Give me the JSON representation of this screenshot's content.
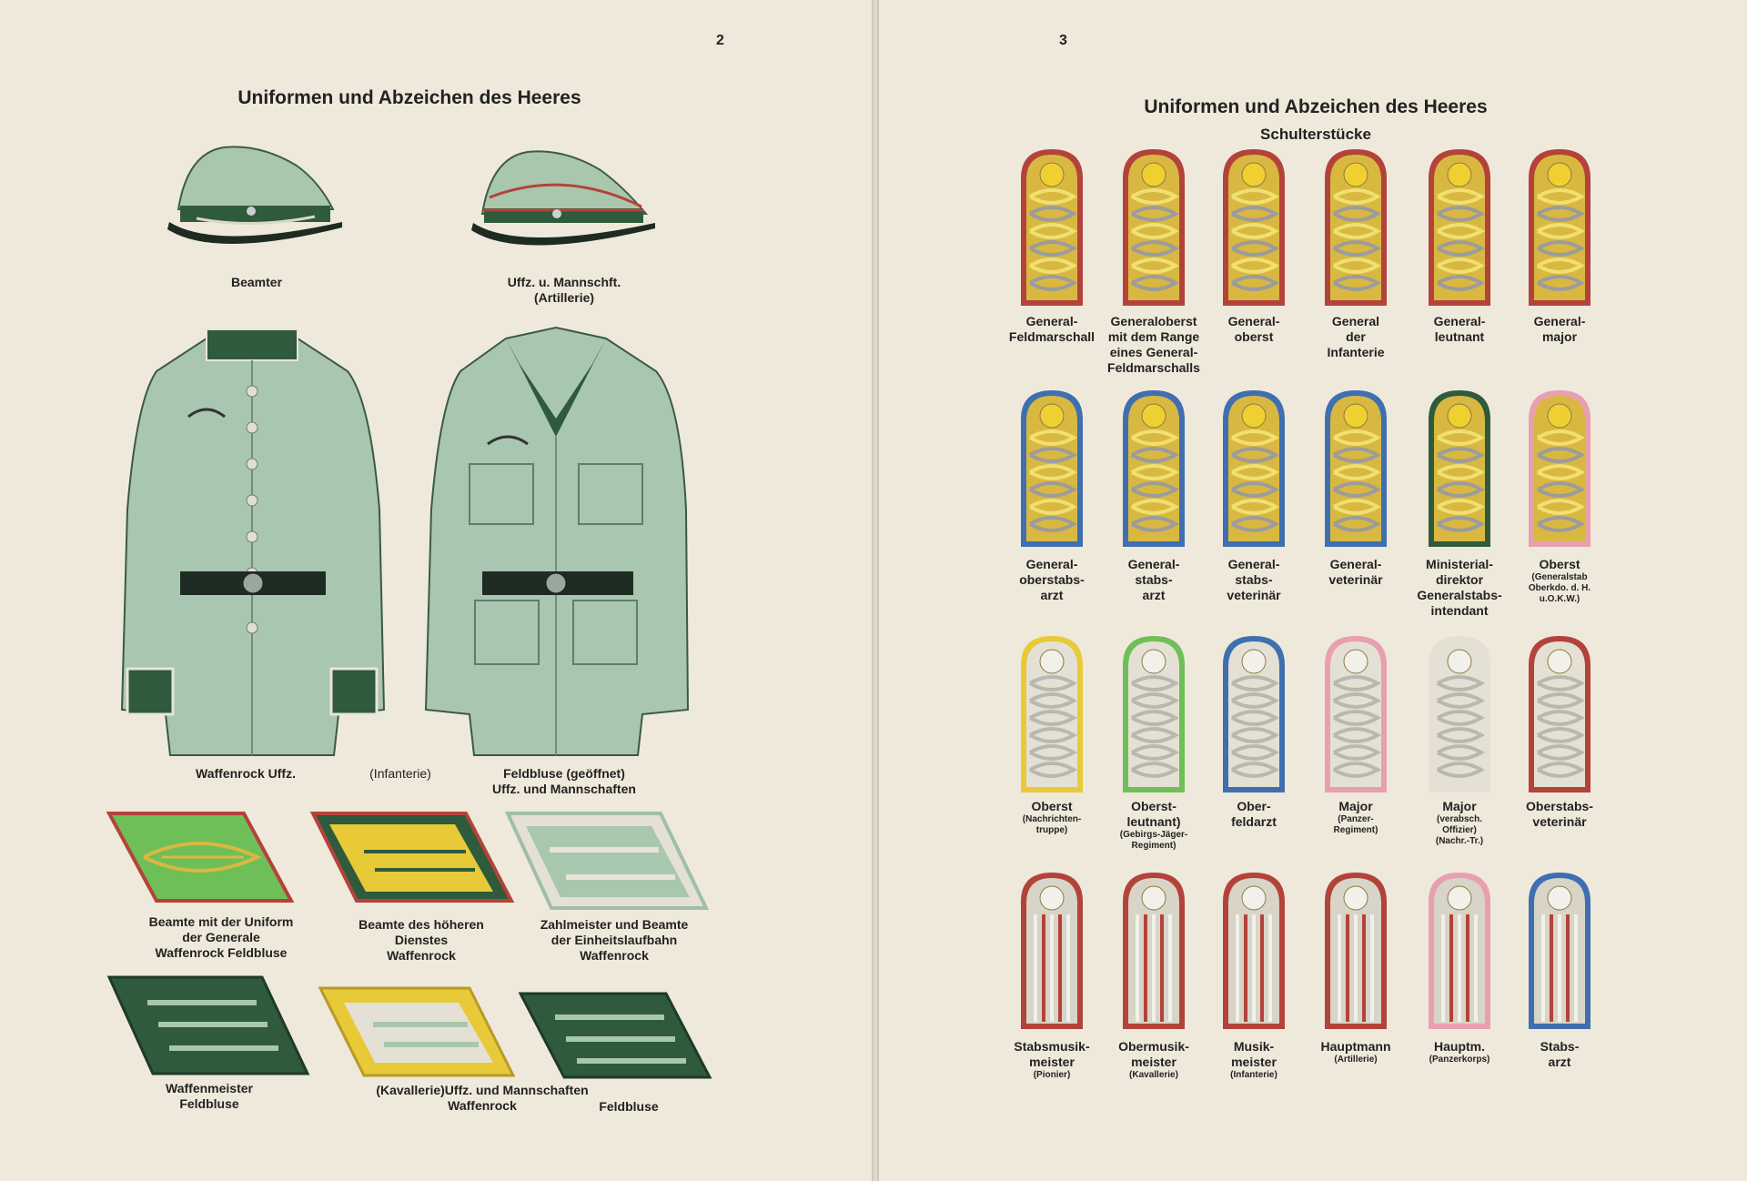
{
  "left_page": {
    "page_number": "2",
    "title": "Uniformen und Abzeichen des Heeres",
    "caps": [
      {
        "label": "Beamter"
      },
      {
        "label": "Uffz. u. Mannschft.\n(Artillerie)"
      }
    ],
    "tunics": {
      "left_label": "Waffenrock Uffz.",
      "middle_label": "(Infanterie)",
      "right_label": "Feldbluse (geöffnet)\nUffz. und Mannschaften"
    },
    "collar_row1": [
      {
        "label": "Beamte mit der Uniform\nder Generale\nWaffenrock    Feldbluse"
      },
      {
        "label": "Beamte des höheren\nDienstes\nWaffenrock"
      },
      {
        "label": "Zahlmeister und Beamte\nder Einheitslaufbahn\nWaffenrock"
      }
    ],
    "collar_row2": [
      {
        "label": "Waffenmeister\nFeldbluse"
      },
      {
        "label": "(Kavallerie)Uffz. und Mannschaften\nWaffenrock"
      },
      {
        "label": "Feldbluse"
      }
    ]
  },
  "right_page": {
    "page_number": "3",
    "title": "Uniformen und Abzeichen des Heeres",
    "subtitle": "Schulterstücke",
    "rows": [
      [
        {
          "label": "General-\nFeldmarschall",
          "note": ""
        },
        {
          "label": "Generaloberst\nmit dem Range\neines General-\nFeldmarschalls",
          "note": ""
        },
        {
          "label": "General-\noberst",
          "note": ""
        },
        {
          "label": "General\nder\nInfanterie",
          "note": ""
        },
        {
          "label": "General-\nleutnant",
          "note": ""
        },
        {
          "label": "General-\nmajor",
          "note": ""
        }
      ],
      [
        {
          "label": "General-\noberstabs-\narzt",
          "note": ""
        },
        {
          "label": "General-\nstabs-\narzt",
          "note": ""
        },
        {
          "label": "General-\nstabs-\nveterinär",
          "note": ""
        },
        {
          "label": "General-\nveterinär",
          "note": ""
        },
        {
          "label": "Ministerial-\ndirektor\nGeneralstabs-\nintendant",
          "note": ""
        },
        {
          "label": "Oberst",
          "note": "(Generalstab\nOberkdo. d. H.\nu.O.K.W.)"
        }
      ],
      [
        {
          "label": "Oberst",
          "note": "(Nachrichten-\ntruppe)"
        },
        {
          "label": "Oberst-\nleutnant)",
          "note": "(Gebirgs-Jäger-\nRegiment)"
        },
        {
          "label": "Ober-\nfeldarzt",
          "note": ""
        },
        {
          "label": "Major",
          "note": "(Panzer-\nRegiment)"
        },
        {
          "label": "Major",
          "note": "(verabsch.\nOffizier)\n(Nachr.-Tr.)"
        },
        {
          "label": "Oberstabs-\nveterinär",
          "note": ""
        }
      ],
      [
        {
          "label": "Stabsmusik-\nmeister",
          "note": "(Pionier)"
        },
        {
          "label": "Obermusik-\nmeister",
          "note": "(Kavallerie)"
        },
        {
          "label": "Musik-\nmeister",
          "note": "(Infanterie)"
        },
        {
          "label": "Hauptmann",
          "note": "(Artillerie)"
        },
        {
          "label": "Hauptm.",
          "note": "(Panzerkorps)"
        },
        {
          "label": "Stabs-\narzt",
          "note": ""
        }
      ]
    ]
  },
  "colors": {
    "paper": "#efe9dc",
    "field_grey": "#9fbfa6",
    "dark_green": "#2f5a3c",
    "gold": "#d9b842",
    "red_piping": "#b3433a",
    "white_piping": "#e8e4da"
  }
}
